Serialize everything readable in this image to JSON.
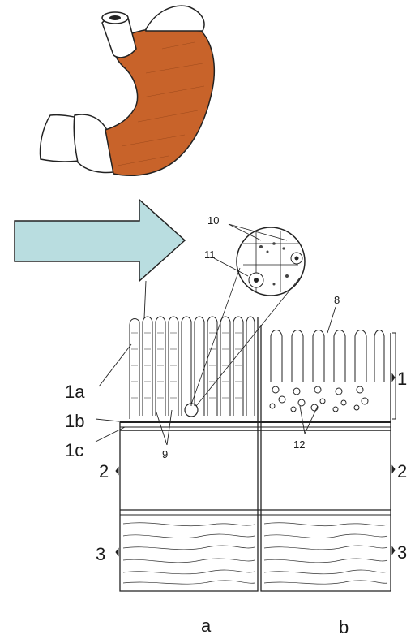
{
  "colors": {
    "stomach_fill": "#c8632a",
    "arrow_fill": "#b9dde0",
    "ink": "#222222",
    "background": "#ffffff"
  },
  "labels": {
    "l1": "1",
    "l1a": "1a",
    "l1b": "1b",
    "l1c": "1c",
    "l2_left": "2",
    "l2_right": "2",
    "l3_left": "3",
    "l3_right": "3",
    "l8": "8",
    "l9": "9",
    "l10": "10",
    "l11": "11",
    "l12": "12",
    "panel_a": "a",
    "panel_b": "b"
  }
}
